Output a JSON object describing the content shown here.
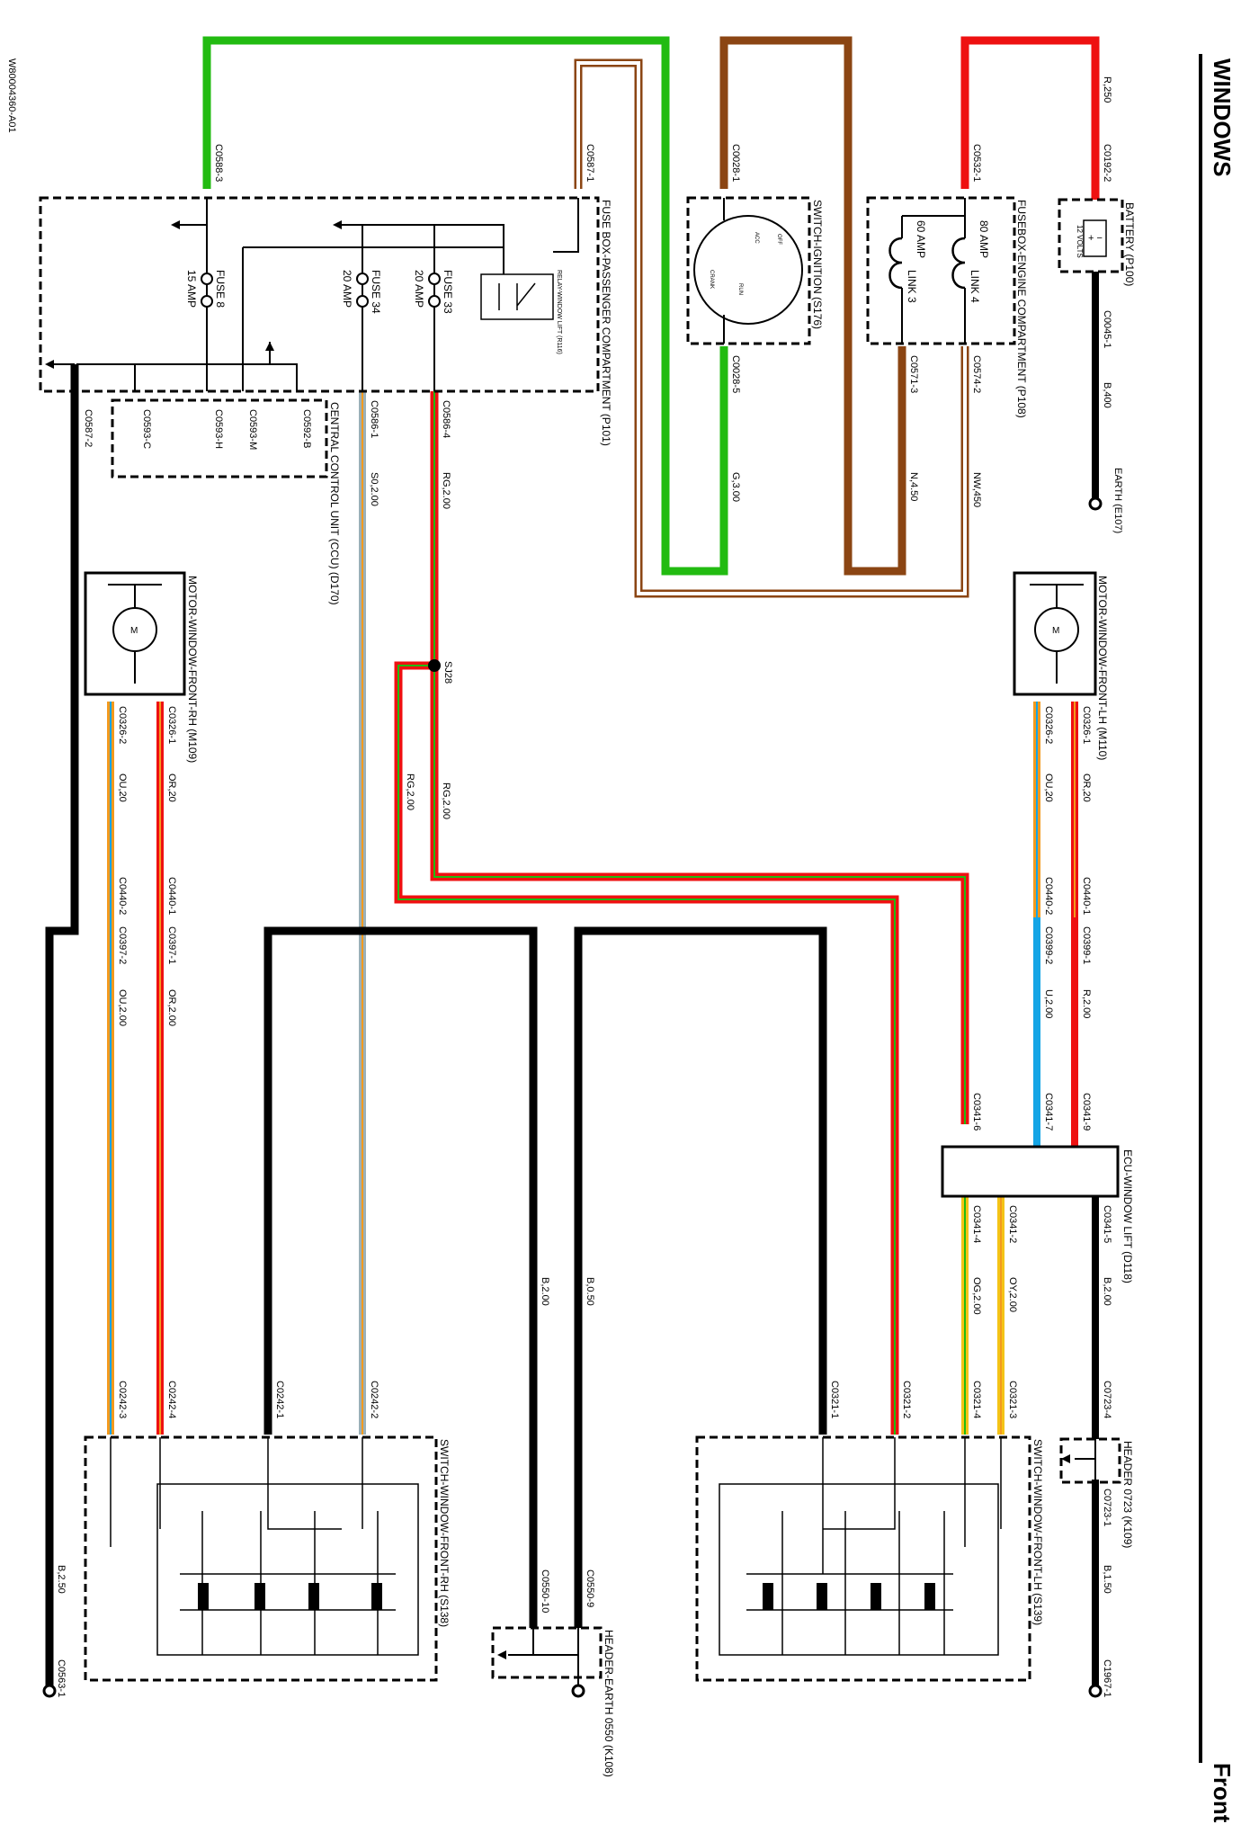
{
  "page": {
    "title": "WINDOWS",
    "subtitle": "Front",
    "ref_code": "W80004360-A01"
  },
  "components": {
    "battery": "BATTERY (P100)",
    "battery_inner": "12 VOLTS",
    "fusebox_engine": "FUSEBOX-ENGINE COMPARTMENT (P108)",
    "link4": "LINK 4",
    "link4_rating": "80 AMP",
    "link3": "LINK 3",
    "link3_rating": "60 AMP",
    "ignition": "SWITCH-IGNITION (S176)",
    "ign_pos_off": "OFF",
    "ign_pos_acc": "ACC",
    "ign_pos_run": "RUN",
    "ign_pos_crank": "CRANK",
    "fusebox_passenger": "FUSE BOX-PASSENGER COMPARTMENT (P101)",
    "relay": "RELAY-WINDOW LIFT (R116)",
    "fuse33": "FUSE 33",
    "fuse33_rating": "20 AMP",
    "fuse34": "FUSE 34",
    "fuse34_rating": "20 AMP",
    "fuse8": "FUSE 8",
    "fuse8_rating": "15 AMP",
    "ccu": "CENTRAL CONTROL UNIT (CCU) (D170)",
    "motor_lh": "MOTOR-WINDOW-FRONT-LH (M110)",
    "motor_rh": "MOTOR-WINDOW-FRONT-RH (M109)",
    "motor_inner": "M",
    "ecu_lift": "ECU-WINDOW LIFT (D118)",
    "header_0723": "HEADER 0723 (K109)",
    "switch_lh": "SWITCH-WINDOW-FRONT-LH (S139)",
    "switch_rh": "SWITCH-WINDOW-FRONT-RH (S138)",
    "header_earth": "HEADER-EARTH 0550 (K108)",
    "earth_e107": "EARTH (E107)",
    "splice": "SJ28"
  },
  "connectors": {
    "c0192_2": "C0192-2",
    "c0045_1": "C0045-1",
    "c0532_1": "C0532-1",
    "c0574_2": "C0574-2",
    "c0571_3": "C0571-3",
    "c0028_1": "C0028-1",
    "c0028_5": "C0028-5",
    "c0588_3": "C0588-3",
    "c0587_1": "C0587-1",
    "c0587_2": "C0587-2",
    "c0586_4": "C0586-4",
    "c0586_1": "C0586-1",
    "c0592_b": "C0592-B",
    "c0593_m": "C0593-M",
    "c0593_h": "C0593-H",
    "c0593_c": "C0593-C",
    "c0326_1_lh": "C0326-1",
    "c0326_2_lh": "C0326-2",
    "c0326_1_rh": "C0326-1",
    "c0326_2_rh": "C0326-2",
    "c0440_1_lh": "C0440-1",
    "c0399_1": "C0399-1",
    "c0440_2_lh": "C0440-2",
    "c0399_2": "C0399-2",
    "c0440_1_rh": "C0440-1",
    "c0397_1": "C0397-1",
    "c0440_2_rh": "C0440-2",
    "c0397_2": "C0397-2",
    "c0341_9": "C0341-9",
    "c0341_7": "C0341-7",
    "c0341_6": "C0341-6",
    "c0341_5": "C0341-5",
    "c0341_2": "C0341-2",
    "c0341_4": "C0341-4",
    "c0723_4": "C0723-4",
    "c0723_1": "C0723-1",
    "c1967_1": "C1967-1",
    "c0321_3": "C0321-3",
    "c0321_4": "C0321-4",
    "c0321_2": "C0321-2",
    "c0321_1": "C0321-1",
    "c0242_4": "C0242-4",
    "c0242_3": "C0242-3",
    "c0242_2": "C0242-2",
    "c0242_1": "C0242-1",
    "c0550_9": "C0550-9",
    "c0550_10": "C0550-10",
    "c0563_1": "C0563-1"
  },
  "wires": {
    "r250": "R,250",
    "b400": "B,400",
    "nw450": "NW,450",
    "n450": "N,4.50",
    "g300": "G,3.00",
    "rg200_a": "RG,2.00",
    "rg200_b": "RG,2.00",
    "rg200_c": "RG,2.00",
    "s0200": "S0,2.00",
    "or20_lh": "OR,20",
    "ou20_lh": "OU,20",
    "r200": "R,2.00",
    "u200": "U,2.00",
    "or20_rh": "OR,20",
    "ou20_rh": "OU,20",
    "or200_rh": "OR,2.00",
    "ou200_rh": "OU,2.00",
    "b200_ecu": "B,2.00",
    "oy200": "OY,2.00",
    "og200": "OG,2.00",
    "b150": "B,1.50",
    "b050": "B,0.50",
    "b200": "B,2.00",
    "b250": "B,2.50"
  },
  "colors": {
    "red": "#ee1111",
    "green": "#22bb11",
    "brown": "#8b4513",
    "black": "#000000",
    "orange": "#f39a1e",
    "blue": "#14a5e6",
    "slate": "#9ab0b8",
    "yellow": "#f4c417"
  }
}
